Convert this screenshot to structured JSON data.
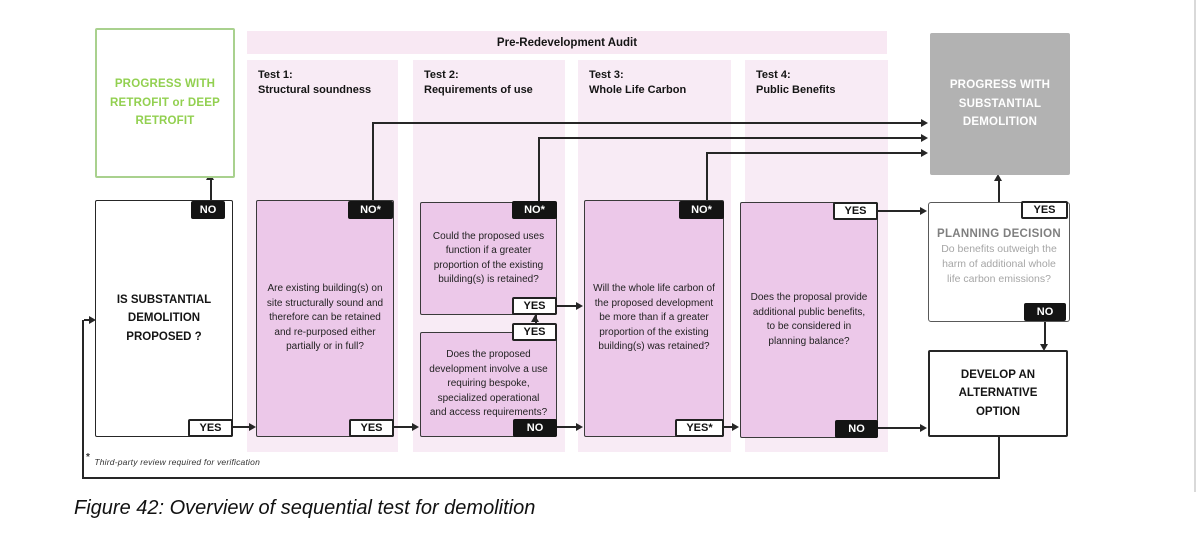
{
  "colors": {
    "panel_pink": "#f8ebf5",
    "box_pink": "#ecc8e9",
    "green_border": "#a9d18e",
    "green_text": "#92d050",
    "gray_box_fill": "#b2b2b2",
    "planning_text": "#7f7f7f",
    "connector": "#262626"
  },
  "audit": {
    "title": "Pre-Redevelopment Audit"
  },
  "columns": {
    "t1": {
      "title": "Test 1:",
      "subtitle": "Structural soundness"
    },
    "t2": {
      "title": "Test 2:",
      "subtitle": "Requirements of use"
    },
    "t3": {
      "title": "Test 3:",
      "subtitle": "Whole Life Carbon"
    },
    "t4": {
      "title": "Test 4:",
      "subtitle": "Public Benefits"
    }
  },
  "nodes": {
    "retrofit": {
      "label": "PROGRESS WITH RETROFIT or DEEP RETROFIT"
    },
    "start": {
      "question": "IS SUBSTANTIAL DEMOLITION PROPOSED ?",
      "no": "NO",
      "yes": "YES"
    },
    "test1": {
      "question": "Are existing building(s) on site structurally sound and therefore can be retained and re-purposed either partially or in full?",
      "no": "NO*",
      "yes": "YES"
    },
    "test2a": {
      "question": "Could the proposed uses function if a greater proportion of the existing building(s) is retained?",
      "no": "NO*",
      "yes": "YES"
    },
    "test2b": {
      "question": "Does the proposed development involve a use requiring bespoke, specialized operational and access requirements?",
      "yes": "YES",
      "no": "NO"
    },
    "test3": {
      "question": "Will the whole life carbon of the proposed development be more than if a greater proportion of the existing building(s) was retained?",
      "no": "NO*",
      "yes": "YES*"
    },
    "test4": {
      "question": "Does the proposal provide additional public benefits, to be considered in planning balance?",
      "yes": "YES",
      "no": "NO"
    },
    "demolition": {
      "label": "PROGRESS WITH SUBSTANTIAL DEMOLITION"
    },
    "planning": {
      "title": "PLANNING DECISION",
      "question": "Do benefits outweigh the harm of additional whole life carbon emissions?",
      "yes": "YES",
      "no": "NO"
    },
    "develop": {
      "label": "DEVELOP AN ALTERNATIVE OPTION"
    }
  },
  "footnote": {
    "marker": "*",
    "text": "Third-party review required for verification"
  },
  "caption": "Figure 42: Overview of sequential test for demolition"
}
